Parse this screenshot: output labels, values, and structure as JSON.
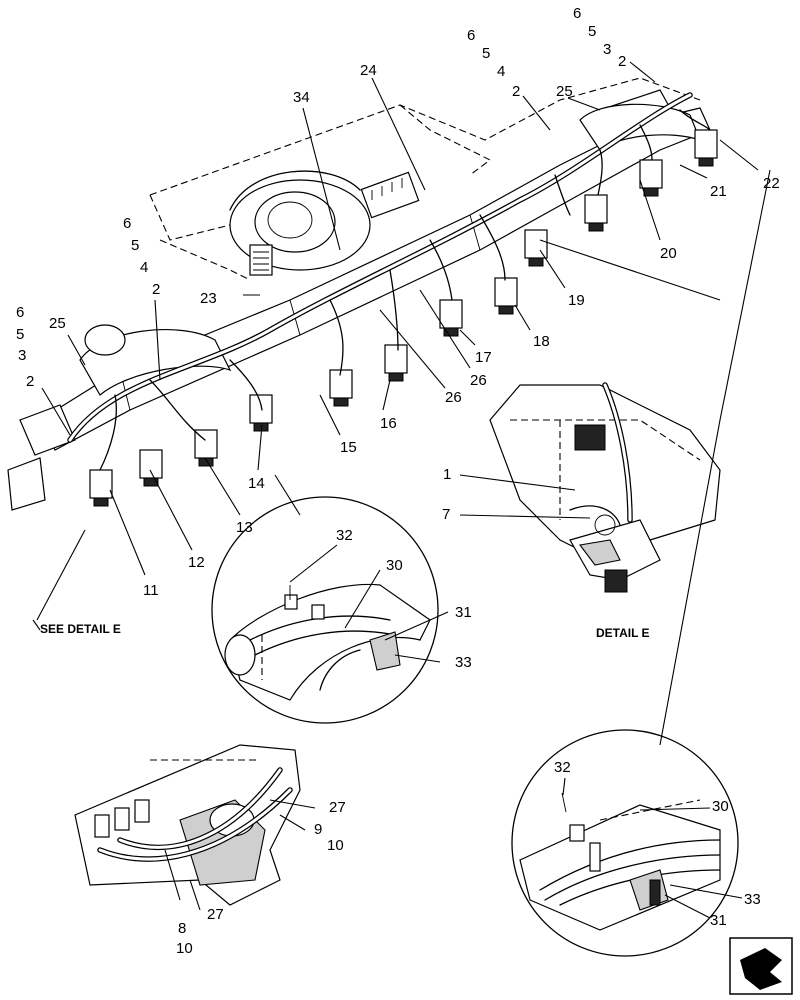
{
  "captions": {
    "see_detail": "SEE DETAIL  E",
    "detail_title": "DETAIL  E"
  },
  "callouts": {
    "c6_top": "6",
    "c5_top": "5",
    "c3_top": "3",
    "c2_top": "2",
    "c6_b": "6",
    "c5_b": "5",
    "c4_b": "4",
    "c2_b": "2",
    "c24": "24",
    "c34": "34",
    "c25_r": "25",
    "c22": "22",
    "c21": "21",
    "c20": "20",
    "c19": "19",
    "c6_m": "6",
    "c5_m": "5",
    "c4_m": "4",
    "c2_m": "2",
    "c23": "23",
    "c6_l": "6",
    "c5_l": "5",
    "c3_l": "3",
    "c25_l": "25",
    "c2_l": "2",
    "c18": "18",
    "c17": "17",
    "c26_a": "26",
    "c26_b": "26",
    "c16": "16",
    "c15": "15",
    "c14": "14",
    "c13": "13",
    "c12": "12",
    "c11": "11",
    "c1": "1",
    "c7": "7",
    "c32_a": "32",
    "c30_a": "30",
    "c31_a": "31",
    "c33_a": "33",
    "c27_a": "27",
    "c9": "9",
    "c10_a": "10",
    "c27_b": "27",
    "c8": "8",
    "c10_b": "10",
    "c32_b": "32",
    "c30_b": "30",
    "c33_b": "33",
    "c31_b": "31"
  }
}
